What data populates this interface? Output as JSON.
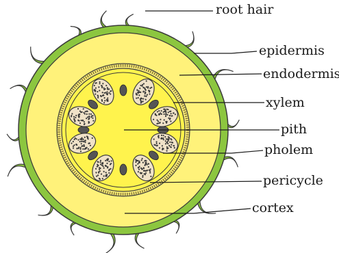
{
  "colors": {
    "epidermis": "#8cc63f",
    "cortex": "#fff27a",
    "vascular": "#fff34d",
    "outline": "#3a3a3a",
    "xylem_fill": "#f0e2c8",
    "xylem_dots": "#3a3a3a",
    "phloem": "#555555",
    "leader": "#1a1a1a"
  },
  "labels": {
    "root_hair": "root hair",
    "epidermis": "epidermis",
    "endodermis": "endodermis",
    "xylem": "xylem",
    "pith": "pith",
    "pholem": "pholem",
    "pericycle": "pericycle",
    "cortex": "cortex"
  }
}
